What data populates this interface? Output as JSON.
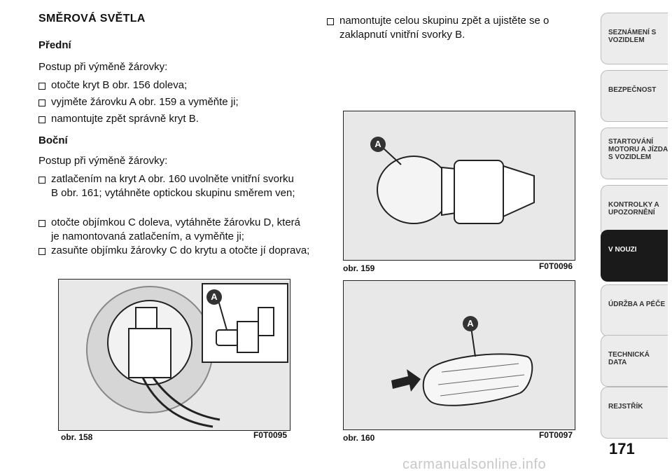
{
  "section_title": "SMĚROVÁ SVĚTLA",
  "front": {
    "heading": "Přední",
    "intro": "Postup při výměně žárovky:",
    "steps": [
      "otočte kryt B obr. 156 doleva;",
      "vyjměte žárovku A obr. 159 a vyměňte ji;",
      "namontujte zpět správně kryt B."
    ]
  },
  "side": {
    "heading": "Boční",
    "intro": "Postup při výměně žárovky:",
    "steps": [
      "zatlačením na kryt A obr. 160 uvolněte vnitřní svorku B obr. 161; vytáhněte optickou skupinu směrem ven;",
      "otočte objímkou C doleva, vytáhněte žárovku D, která je namontovaná zatlačením, a vyměňte ji;",
      "zasuňte objímku žárovky C do krytu a otočte jí doprava;"
    ]
  },
  "right_step": "namontujte celou skupinu zpět a ujistěte se o zaklapnutí vnitřní svorky B.",
  "figures": {
    "f158": {
      "caption": "obr. 158",
      "code": "F0T0095",
      "label_a": "A"
    },
    "f159": {
      "caption": "obr. 159",
      "code": "F0T0096",
      "label_a": "A"
    },
    "f160": {
      "caption": "obr. 160",
      "code": "F0T0097",
      "label_a": "A"
    }
  },
  "nav": {
    "tabs": [
      {
        "label": "SEZNÁMENÍ S VOZIDLEM",
        "active": false
      },
      {
        "label": "BEZPEČNOST",
        "active": false
      },
      {
        "label": "STARTOVÁNÍ MOTORU A JÍZDA S VOZIDLEM",
        "active": false
      },
      {
        "label": "KONTROLKY A UPOZORNĚNÍ",
        "active": false
      },
      {
        "label": "V NOUZI",
        "active": true
      },
      {
        "label": "ÚDRŽBA A PÉČE",
        "active": false
      },
      {
        "label": "TECHNICKÁ DATA",
        "active": false
      },
      {
        "label": "REJSTŘÍK",
        "active": false
      }
    ]
  },
  "page_number": "171",
  "watermark": "carmanualsonline.info"
}
